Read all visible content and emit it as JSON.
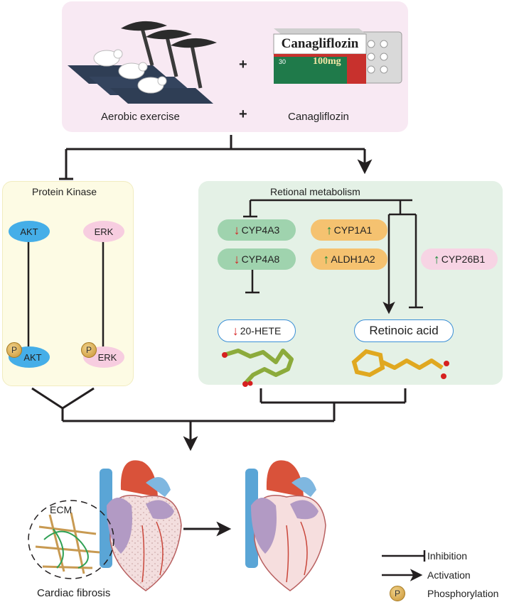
{
  "top": {
    "exercise_label": "Aerobic exercise",
    "drug_label": "Canagliflozin",
    "plus_top": "+",
    "plus_bottom": "+",
    "box_brand": "Canagliflozin",
    "box_count": "30",
    "box_dose": "100mg"
  },
  "kinase": {
    "title": "Protein Kinase",
    "akt": "AKT",
    "erk": "ERK",
    "p_akt": "AKT",
    "p_erk": "ERK",
    "p_symbol": "P"
  },
  "metabolism": {
    "title": "Retional metabolism",
    "cyp4a3": "CYP4A3",
    "cyp1a1": "CYP1A1",
    "cyp4a8": "CYP4A8",
    "aldh1a2": "ALDH1A2",
    "cyp26b1": "CYP26B1",
    "hete": "20-HETE",
    "retinoic": "Retinoic acid"
  },
  "bottom": {
    "ecm": "ECM",
    "fibrosis": "Cardiac fibrosis"
  },
  "legend": {
    "inhibition": "Inhibition",
    "activation": "Activation",
    "phosphorylation": "Phosphorylation",
    "p_symbol": "P"
  },
  "colors": {
    "top_panel": "#f8e9f3",
    "kinase_panel": "#fdfbe4",
    "metabolism_panel": "#e4f1e6",
    "akt": "#45aee8",
    "erk": "#f7cde0",
    "green_pill": "#9fd3ae",
    "orange_pill": "#f5c270",
    "pink_pill": "#f7d4e4",
    "outline_blue": "#3b8fd6",
    "up_arrow": "#1a8a3a",
    "down_arrow": "#d62020",
    "molecule_green": "#8cab3c",
    "molecule_gold": "#e0a820"
  }
}
